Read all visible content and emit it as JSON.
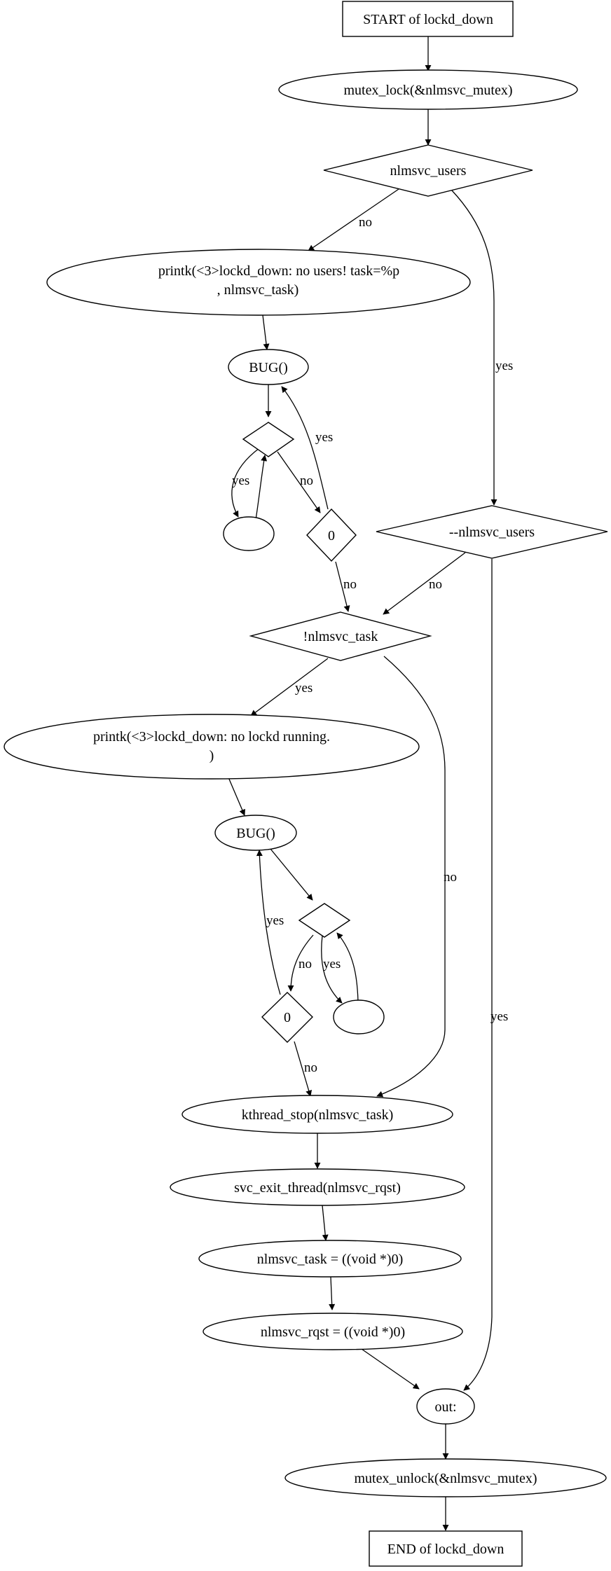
{
  "colors": {
    "mutex_lock_fill": "#add8e6",
    "mutex_unlock_fill": "#ffff00",
    "stroke": "#000000"
  },
  "nodes": {
    "start": "START of lockd_down",
    "mutex_lock": "mutex_lock(&nlmsvc_mutex)",
    "nlmsvc_users": "nlmsvc_users",
    "printk_no_users_1": "printk(<3>lockd_down: no users! task=%p",
    "printk_no_users_2": ", nlmsvc_task)",
    "bug_1": "BUG()",
    "zero_1": "0",
    "dec_users": "--nlmsvc_users",
    "not_task": "!nlmsvc_task",
    "printk_no_lockd_1": "printk(<3>lockd_down: no lockd running.",
    "printk_no_lockd_2": ")",
    "bug_2": "BUG()",
    "zero_2": "0",
    "kthread_stop": "kthread_stop(nlmsvc_task)",
    "svc_exit": "svc_exit_thread(nlmsvc_rqst)",
    "task_null": "nlmsvc_task = ((void *)0)",
    "rqst_null": "nlmsvc_rqst = ((void *)0)",
    "out": "out:",
    "mutex_unlock": "mutex_unlock(&nlmsvc_mutex)",
    "end": "END of lockd_down"
  },
  "edges": {
    "no": "no",
    "yes": "yes"
  }
}
